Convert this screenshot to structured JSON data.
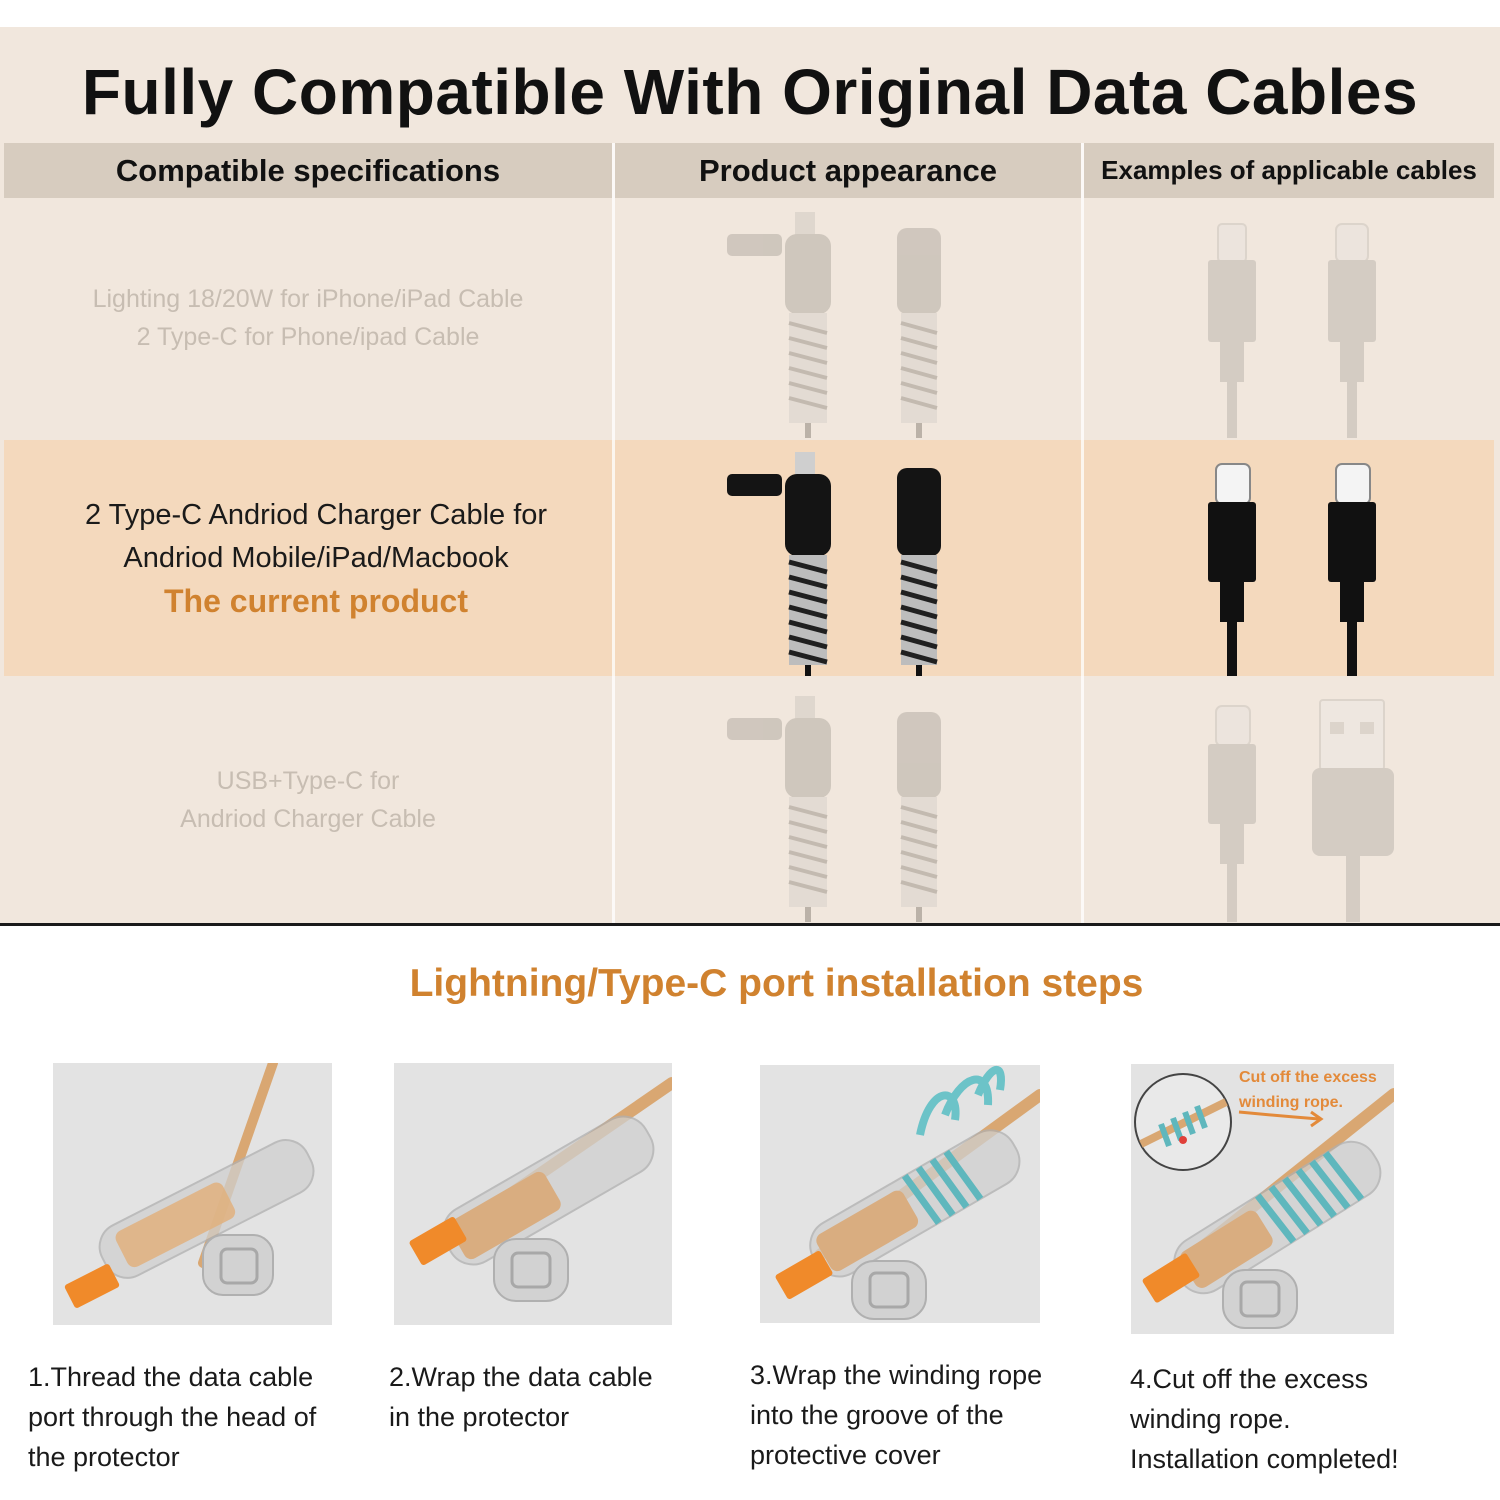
{
  "title": "Fully Compatible With Original Data Cables",
  "table": {
    "headers": [
      "Compatible specifications",
      "Product appearance",
      "Examples of applicable cables"
    ],
    "rows": [
      {
        "lines": [
          "Lighting 18/20W for iPhone/iPad Cable",
          "2 Type-C for Phone/ipad Cable"
        ],
        "highlight": ""
      },
      {
        "lines": [
          "2 Type-C Andriod Charger Cable for",
          "Andriod Mobile/iPad/Macbook"
        ],
        "highlight": "The current product"
      },
      {
        "lines": [
          "USB+Type-C for",
          "Andriod Charger Cable"
        ],
        "highlight": ""
      }
    ]
  },
  "steps_title": "Lightning/Type-C port installation steps",
  "steps": [
    {
      "lines": [
        "1.Thread the data cable",
        "port through the head of",
        "the protector"
      ]
    },
    {
      "lines": [
        "2.Wrap the data cable",
        "in the protector"
      ]
    },
    {
      "lines": [
        "3.Wrap the winding rope",
        "into the groove of the",
        "protective cover"
      ]
    },
    {
      "lines": [
        "4.Cut off the excess",
        "winding rope.",
        "Installation completed!"
      ]
    }
  ],
  "cut_note": [
    "Cut off the excess",
    "winding rope."
  ],
  "colors": {
    "accent": "#d0822f",
    "row_highlight": "#f4d9bd",
    "header_bg": "#d7ccbf",
    "page_bg": "#f1e7dd"
  }
}
